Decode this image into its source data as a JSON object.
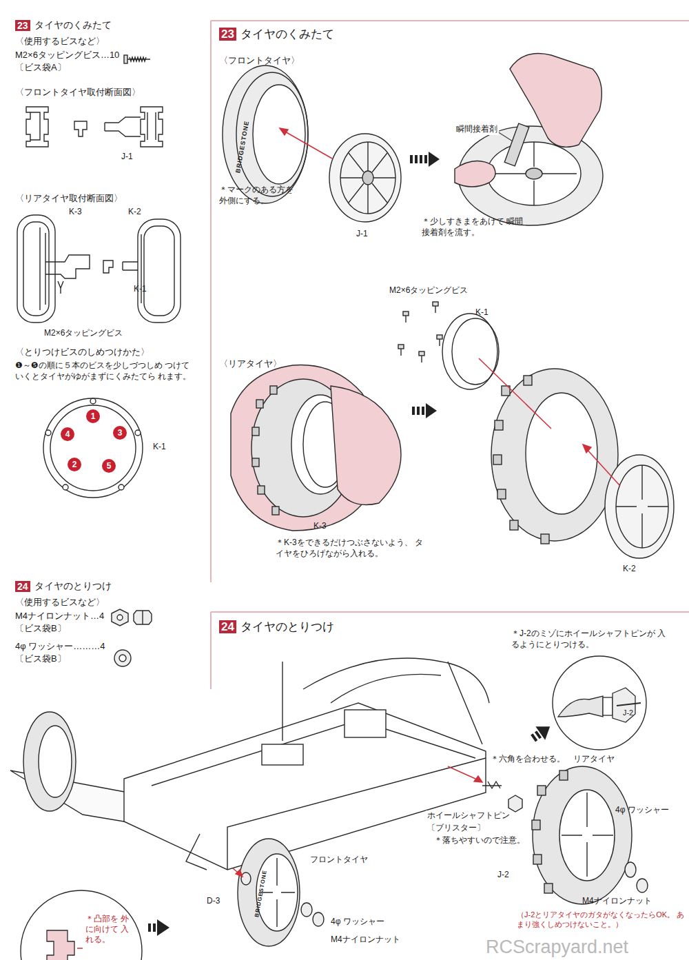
{
  "diagram": {
    "nodes": [
      {
        "text": [
          "23",
          "タイヤのくみたて"
        ]
      },
      {
        "text": [
          "1"
        ]
      },
      {
        "text": [
          "4"
        ]
      },
      {
        "text": [
          "3"
        ]
      },
      {
        "text": [
          "2"
        ]
      },
      {
        "text": [
          "5"
        ]
      },
      {
        "text": [
          "24",
          "タイヤのとりつけ"
        ]
      },
      {
        "text": [
          "＊凸部を 外に向けて 入れる。"
        ]
      },
      {
        "text": [
          "23",
          "タイヤのくみたて"
        ]
      },
      {
        "text": [
          "24",
          "タイヤのとりつけ"
        ]
      },
      {
        "text": [
          "J-2"
        ]
      }
    ],
    "labels": [
      "〈使用するビスなど〉",
      "M2×6タッピングビス…10",
      "〔ビス袋A〕",
      "〈フロントタイヤ取付断面図〉",
      "J-1",
      "〈リアタイヤ取付断面図〉",
      "K-3",
      "K-2",
      "K-1",
      "M2×6タッピングビス",
      "〈とりつけビスのしめつけかた〉",
      "❶～❺の順に５本のビスを少しづつしめ つけていくとタイヤがゆがまずにくみたてら れます。",
      "K-1",
      "〈使用するビスなど〉",
      "M4ナイロンナット…4",
      "〔ビス袋B〕",
      "4φ ワッシャー………4",
      "〔ビス袋B〕",
      "〈フロントタイヤ〉",
      "BRIDGESTONE",
      "＊マークのある方を 外側にする。",
      "J-1",
      "瞬間接着剤",
      "＊少しすきまをあけて 瞬間接着剤を流す。",
      "M2×6タッピングビス",
      "K-1",
      "〈リアタイヤ〉",
      "K-3",
      "＊K-3をできるだけつぶさないよう、 タイヤをひろげながら入れる。",
      "K-2",
      "＊J-2のミゾにホイールシャフトピンが 入るようにとりつける。",
      "＊六角を合わせる。",
      "リアタイヤ",
      "4φ ワッシャー",
      "ホイールシャフトピン",
      "〔ブリスター〕",
      "＊落ちやすいので注意。",
      "J-2",
      "M4ナイロンナット",
      "（J-2とリアタイヤのガタがなくなったらOK。 あまり強くしめつけないこと。）",
      "D-3",
      "フロントタイヤ",
      "BRIDGESTONE",
      "4φ ワッシャー",
      "M4ナイロンナット",
      "RCScrapyard.net"
    ]
  }
}
